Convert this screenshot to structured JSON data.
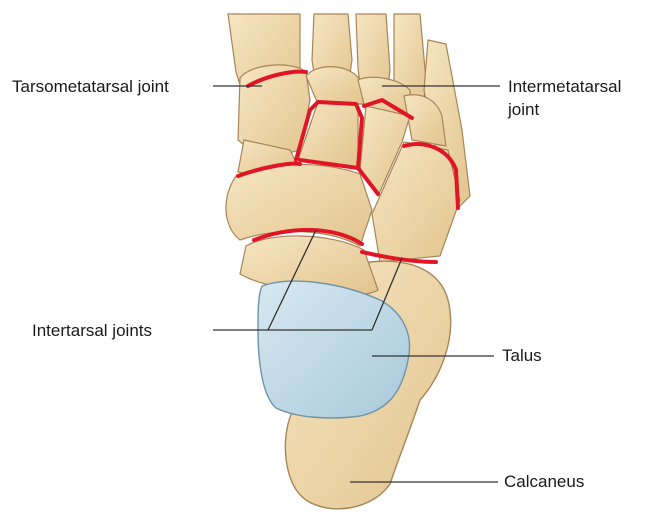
{
  "labels": {
    "tarsometatarsal": "Tarsometatarsal joint",
    "intermetatarsal_line1": "Intermetatarsal",
    "intermetatarsal_line2": "joint",
    "intertarsal": "Intertarsal joints",
    "talus": "Talus",
    "calcaneus": "Calcaneus"
  },
  "colors": {
    "bone": "#f1dcaf",
    "bone_shadow": "#cdaa75",
    "bone_outline": "#a88558",
    "talus_surface": "#c6dde9",
    "joint_line": "#e01626",
    "leader_line": "#333333"
  }
}
